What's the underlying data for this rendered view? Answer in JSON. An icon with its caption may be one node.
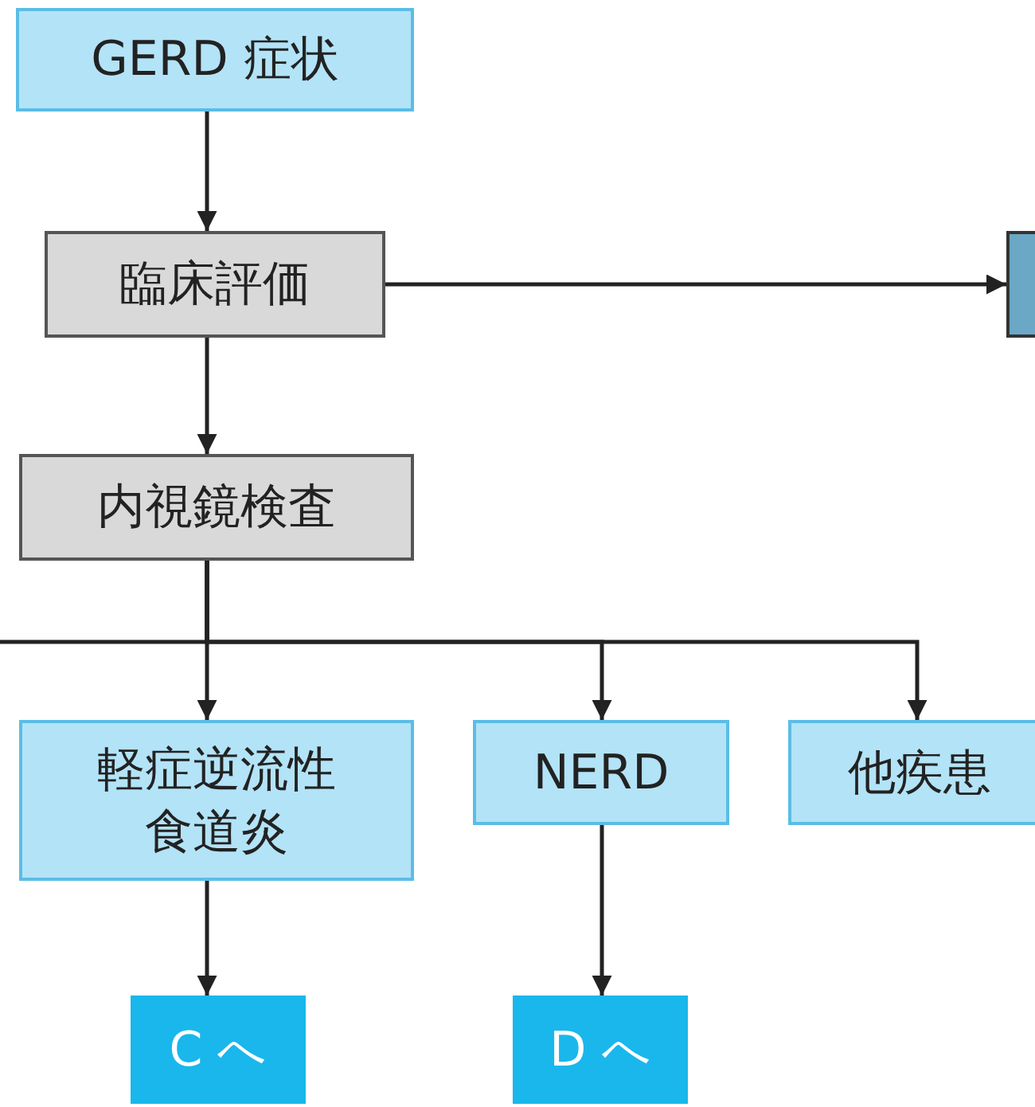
{
  "diagram": {
    "nodes": [
      {
        "text": [
          "GERD 症状"
        ]
      },
      {
        "text": [
          "臨床評価"
        ]
      },
      {
        "text": [],
        "shape": "box"
      },
      {
        "text": [
          "内視鏡検査"
        ]
      },
      {
        "text": [
          "軽症逆流性食道炎"
        ]
      },
      {
        "text": [
          "NERD"
        ]
      },
      {
        "text": [
          "他疾患"
        ]
      },
      {
        "text": [
          "C へ"
        ]
      },
      {
        "text": [
          "D へ"
        ]
      }
    ],
    "edges": [
      {
        "from": 0,
        "to": 1,
        "arrow": "to"
      },
      {
        "from": 1,
        "to": 2,
        "arrow": "to"
      },
      {
        "from": 1,
        "to": 3,
        "arrow": "to"
      },
      {
        "from": 3,
        "to": null,
        "arrow": "none"
      },
      {
        "from": 3,
        "to": 4,
        "arrow": "to"
      },
      {
        "from": 3,
        "to": 5,
        "arrow": "to"
      },
      {
        "from": 3,
        "to": 6,
        "arrow": "to"
      },
      {
        "from": 4,
        "to": 7,
        "arrow": "to"
      },
      {
        "from": 5,
        "to": 8,
        "arrow": "to"
      }
    ]
  }
}
